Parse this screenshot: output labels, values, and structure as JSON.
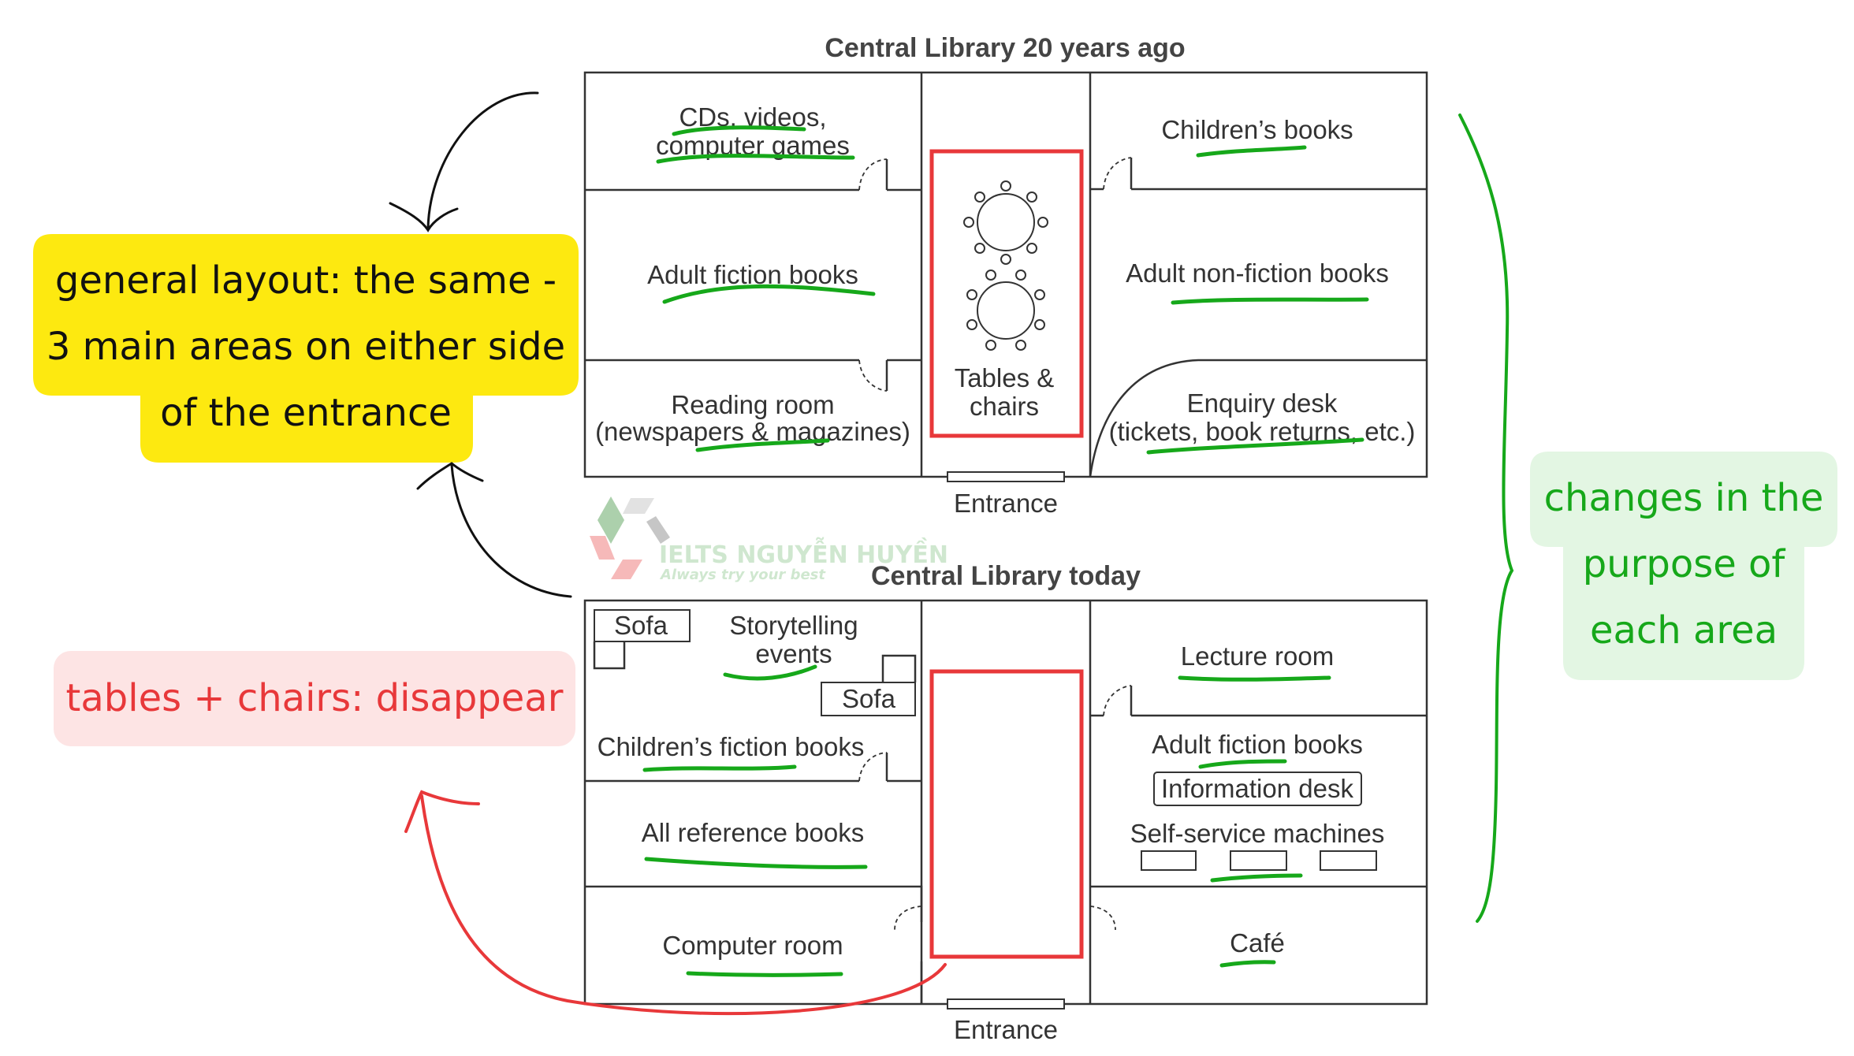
{
  "top_plan": {
    "title": "Central Library 20 years ago",
    "rooms": {
      "cds_line1": "CDs, videos,",
      "cds_line2": "computer games",
      "childrens_books": "Children’s books",
      "adult_fiction": "Adult fiction books",
      "adult_nonfiction": "Adult non-fiction books",
      "reading_line1": "Reading room",
      "reading_line2": "(newspapers & magazines)",
      "enquiry_line1": "Enquiry desk",
      "enquiry_line2": "(tickets, book returns, etc.)",
      "tables_line1": "Tables &",
      "tables_line2": "chairs"
    },
    "entrance": "Entrance"
  },
  "bottom_plan": {
    "title": "Central Library today",
    "rooms": {
      "sofa1": "Sofa",
      "story_line1": "Storytelling",
      "story_line2": "events",
      "sofa2": "Sofa",
      "childrens_fiction": "Children’s fiction books",
      "reference": "All reference books",
      "computer_room": "Computer room",
      "lecture_room": "Lecture room",
      "adult_fiction": "Adult fiction books",
      "information_desk": "Information desk",
      "self_service": "Self-service machines",
      "cafe": "Café"
    },
    "entrance": "Entrance"
  },
  "annotations": {
    "layout": [
      "general layout: the same -",
      "3 main areas on either side",
      "of the entrance"
    ],
    "tables": "tables + chairs: disappear",
    "changes": [
      "changes in the",
      "purpose of",
      "each area"
    ]
  },
  "watermark": {
    "brand": "IELTS NGUYỄN HUYỀN",
    "slogan": "Always try your best",
    "letters": [
      "L",
      "T",
      "S",
      "E",
      "I"
    ]
  },
  "colors": {
    "yellow": "#fde910",
    "pink": "#fde4e4",
    "mint": "#e3f6e3",
    "green": "#16a81a",
    "red": "#e8383a"
  }
}
